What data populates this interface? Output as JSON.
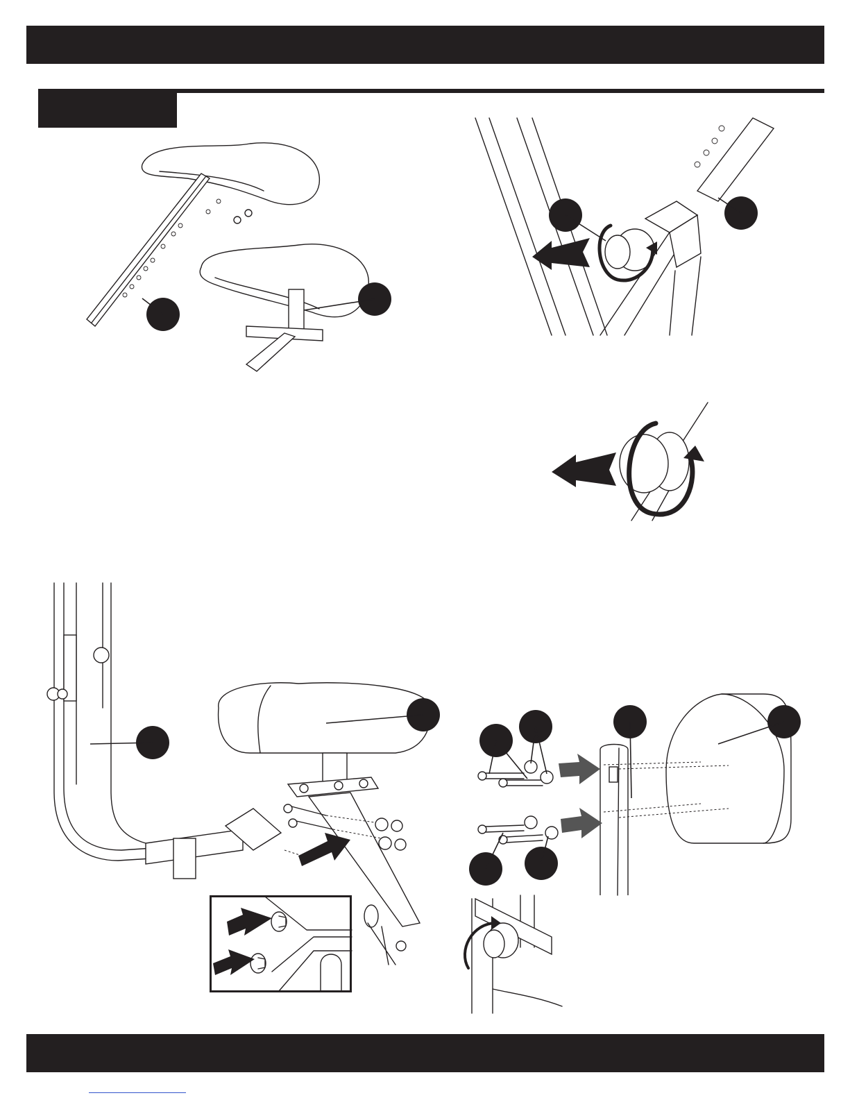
{
  "page": {
    "header_text": "",
    "footer_text": "",
    "step_label": ""
  },
  "figures": [
    {
      "id": "seat-post-mounting",
      "callouts": [
        "",
        ""
      ]
    },
    {
      "id": "tension-knob-frame",
      "callouts": [
        "",
        ""
      ]
    },
    {
      "id": "knob-detail-pull-rotate",
      "callouts": []
    },
    {
      "id": "seat-bracket-assembly",
      "callouts": [
        "",
        ""
      ]
    },
    {
      "id": "backrest-hardware",
      "callouts": [
        "",
        "",
        "",
        "",
        "",
        ""
      ]
    }
  ],
  "icons": [
    "seat-icon",
    "seat-post-icon",
    "knob-icon",
    "arrow-left-icon",
    "rotate-arrow-icon",
    "arrow-right-icon",
    "bolt-icon",
    "washer-icon",
    "nut-icon",
    "backrest-pad-icon",
    "frame-tube-icon"
  ],
  "colors": {
    "bar": "#231f20",
    "arrow": "#231f20",
    "arrow_gray": "#555555",
    "background": "#ffffff"
  }
}
